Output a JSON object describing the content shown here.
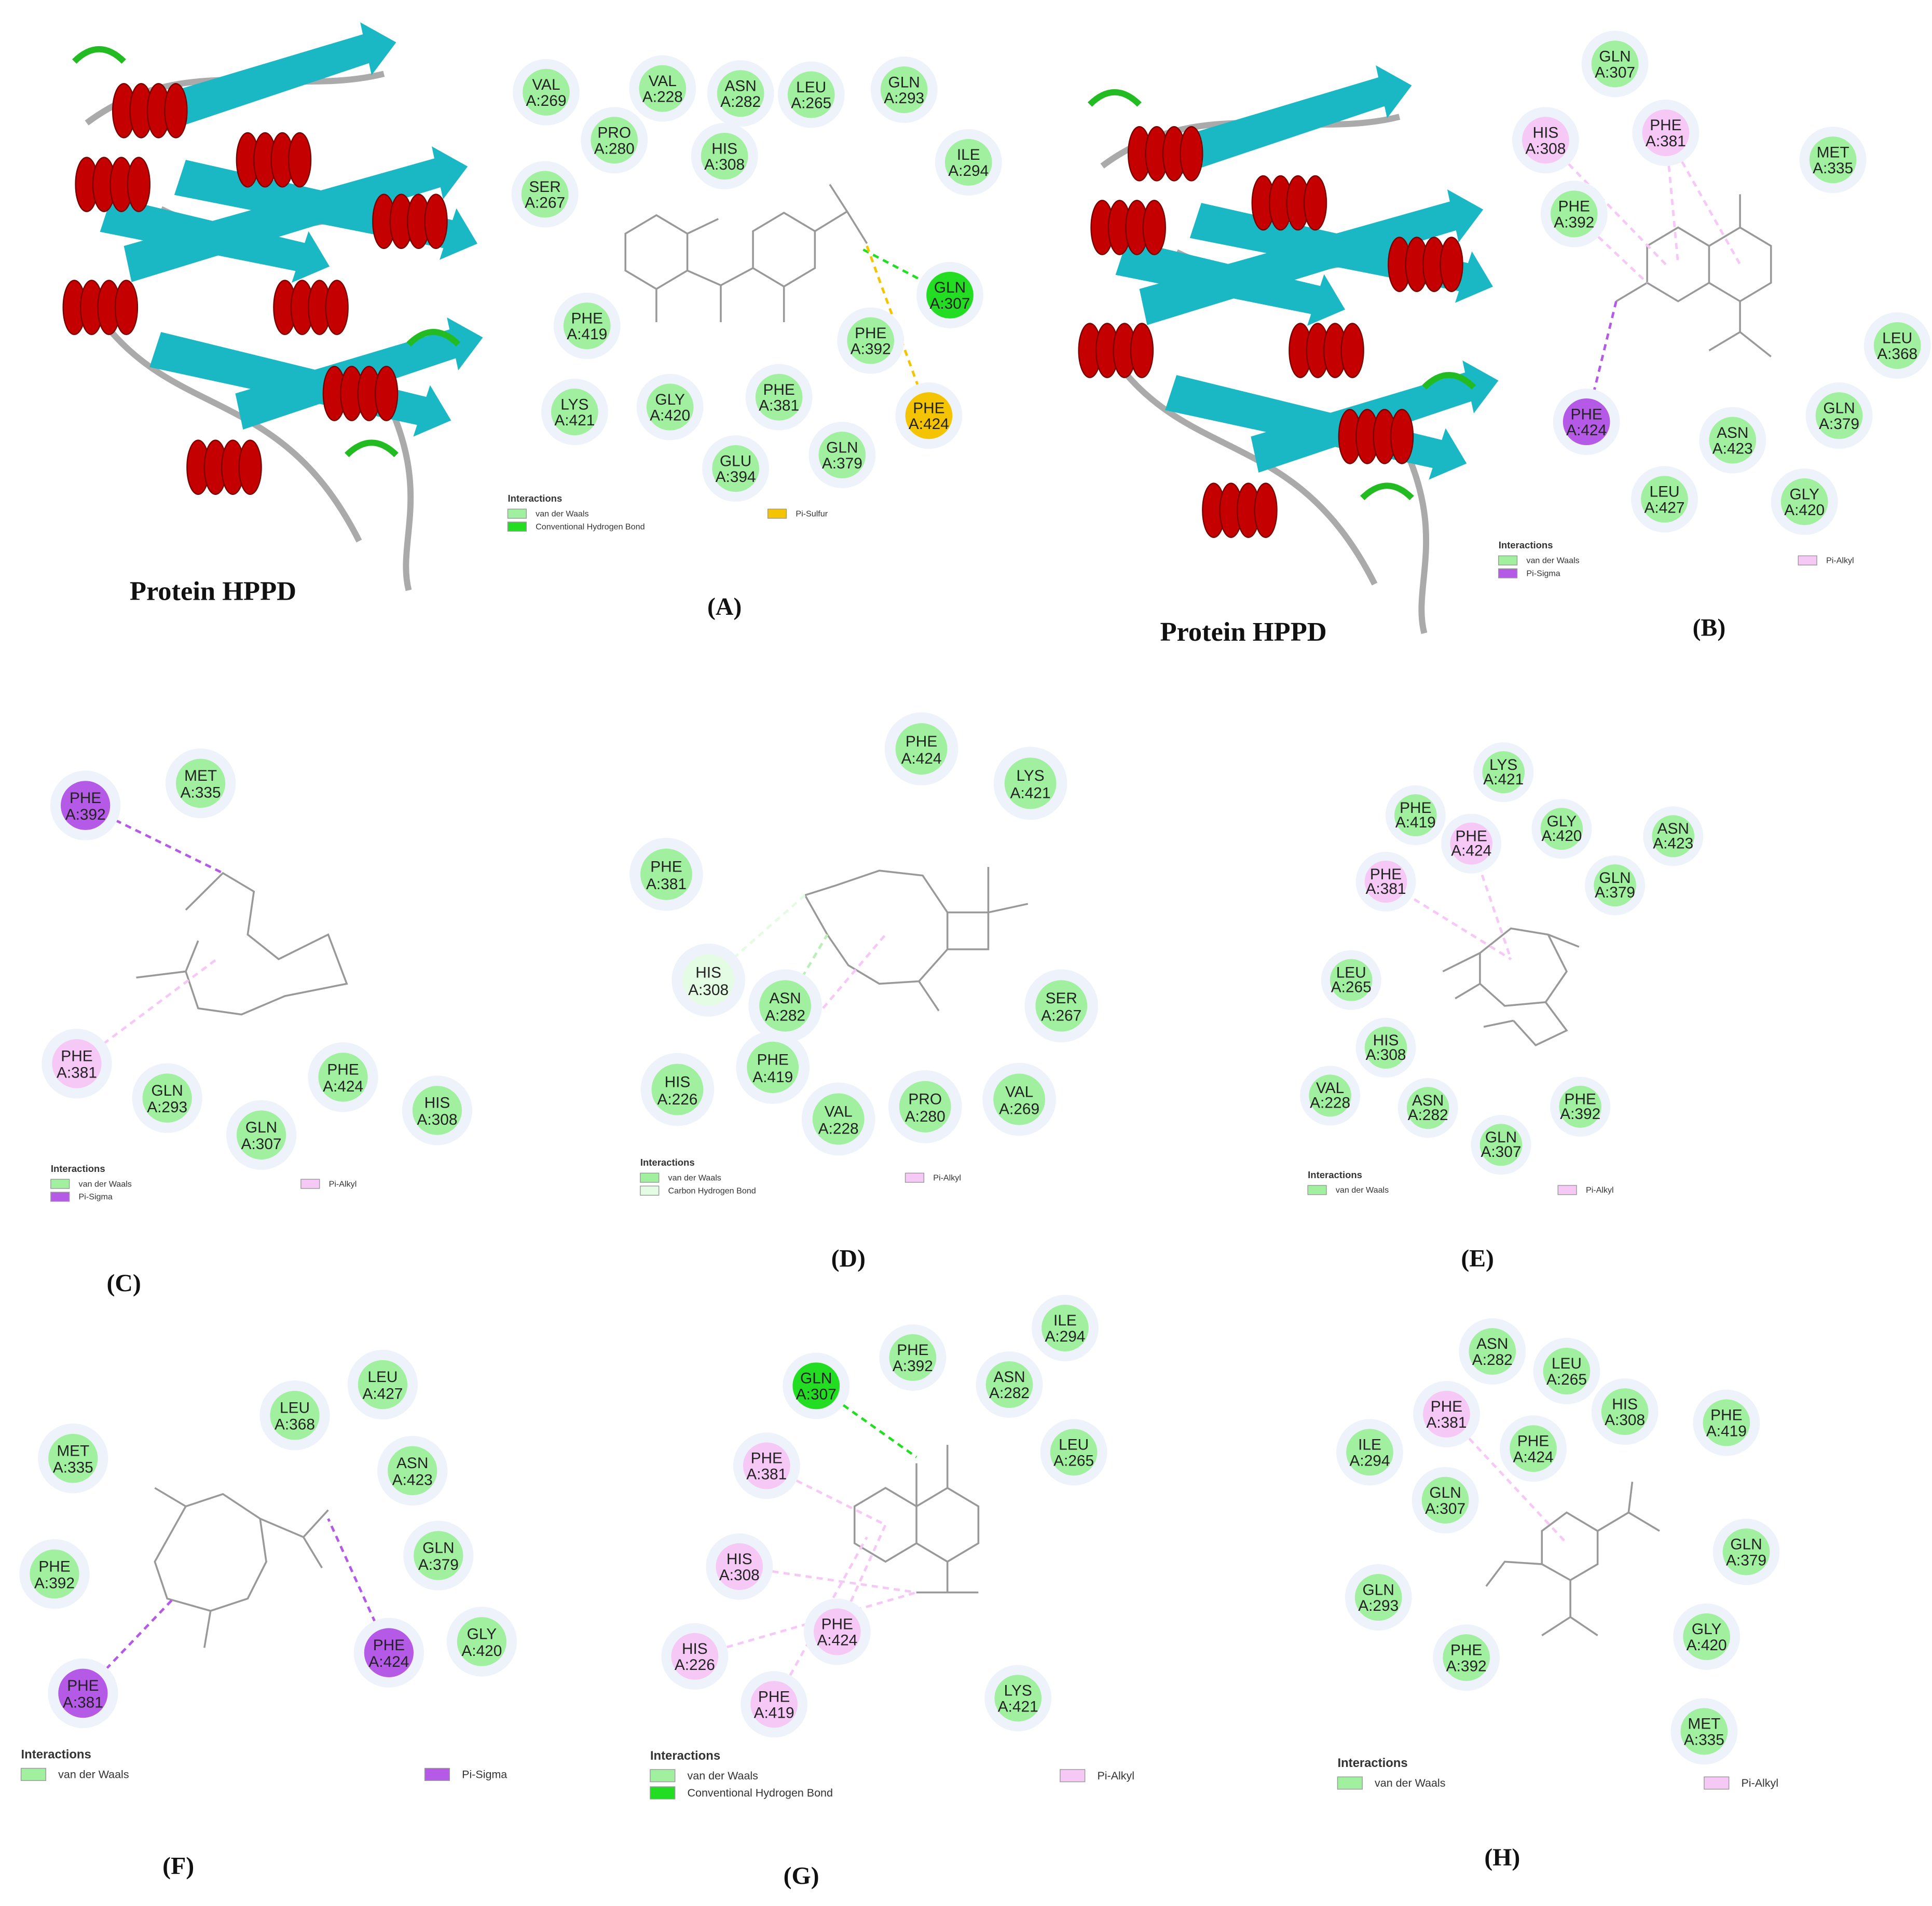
{
  "colors": {
    "vdw": "#a0f0a0",
    "hb": "#22dd22",
    "cb": "#e4fbe4",
    "pialkyl": "#f6c8f6",
    "pisigma": "#b45ae6",
    "pisulfur": "#f5c400",
    "helix": "#c40000",
    "sheet": "#1ab8c4",
    "loop": "#aaaaaa",
    "turn": "#22bb22"
  },
  "protein_captions": [
    "Protein HPPD",
    "Protein HPPD"
  ],
  "panels": [
    {
      "label": "(A)",
      "residues": [
        {
          "name": "VAL",
          "id": "A:269",
          "type": "vdw"
        },
        {
          "name": "VAL",
          "id": "A:228",
          "type": "vdw"
        },
        {
          "name": "ASN",
          "id": "A:282",
          "type": "vdw"
        },
        {
          "name": "LEU",
          "id": "A:265",
          "type": "vdw"
        },
        {
          "name": "GLN",
          "id": "A:293",
          "type": "vdw"
        },
        {
          "name": "PRO",
          "id": "A:280",
          "type": "vdw"
        },
        {
          "name": "HIS",
          "id": "A:308",
          "type": "vdw"
        },
        {
          "name": "ILE",
          "id": "A:294",
          "type": "vdw"
        },
        {
          "name": "SER",
          "id": "A:267",
          "type": "vdw"
        },
        {
          "name": "PHE",
          "id": "A:419",
          "type": "vdw"
        },
        {
          "name": "GLN",
          "id": "A:307",
          "type": "hb"
        },
        {
          "name": "PHE",
          "id": "A:392",
          "type": "vdw"
        },
        {
          "name": "LYS",
          "id": "A:421",
          "type": "vdw"
        },
        {
          "name": "GLY",
          "id": "A:420",
          "type": "vdw"
        },
        {
          "name": "PHE",
          "id": "A:381",
          "type": "vdw"
        },
        {
          "name": "PHE",
          "id": "A:424",
          "type": "pisulfur"
        },
        {
          "name": "GLN",
          "id": "A:379",
          "type": "vdw"
        },
        {
          "name": "GLU",
          "id": "A:394",
          "type": "vdw"
        }
      ],
      "legend": {
        "title": "Interactions",
        "items": [
          {
            "label": "van der Waals",
            "type": "vdw"
          },
          {
            "label": "Conventional Hydrogen Bond",
            "type": "hb"
          },
          {
            "label": "Pi-Sulfur",
            "type": "pisulfur"
          }
        ]
      }
    },
    {
      "label": "(B)",
      "residues": [
        {
          "name": "GLN",
          "id": "A:307",
          "type": "vdw"
        },
        {
          "name": "HIS",
          "id": "A:308",
          "type": "pialkyl"
        },
        {
          "name": "PHE",
          "id": "A:381",
          "type": "pialkyl"
        },
        {
          "name": "MET",
          "id": "A:335",
          "type": "vdw"
        },
        {
          "name": "PHE",
          "id": "A:392",
          "type": "vdw"
        },
        {
          "name": "LEU",
          "id": "A:368",
          "type": "vdw"
        },
        {
          "name": "PHE",
          "id": "A:424",
          "type": "pisigma"
        },
        {
          "name": "ASN",
          "id": "A:423",
          "type": "vdw"
        },
        {
          "name": "GLN",
          "id": "A:379",
          "type": "vdw"
        },
        {
          "name": "LEU",
          "id": "A:427",
          "type": "vdw"
        },
        {
          "name": "GLY",
          "id": "A:420",
          "type": "vdw"
        }
      ],
      "legend": {
        "title": "Interactions",
        "items": [
          {
            "label": "van der Waals",
            "type": "vdw"
          },
          {
            "label": "Pi-Sigma",
            "type": "pisigma"
          },
          {
            "label": "Pi-Alkyl",
            "type": "pialkyl"
          }
        ]
      }
    },
    {
      "label": "(C)",
      "residues": [
        {
          "name": "PHE",
          "id": "A:392",
          "type": "pisigma"
        },
        {
          "name": "MET",
          "id": "A:335",
          "type": "vdw"
        },
        {
          "name": "PHE",
          "id": "A:381",
          "type": "pialkyl"
        },
        {
          "name": "GLN",
          "id": "A:293",
          "type": "vdw"
        },
        {
          "name": "GLN",
          "id": "A:307",
          "type": "vdw"
        },
        {
          "name": "PHE",
          "id": "A:424",
          "type": "vdw"
        },
        {
          "name": "HIS",
          "id": "A:308",
          "type": "vdw"
        }
      ],
      "legend": {
        "title": "Interactions",
        "items": [
          {
            "label": "van der Waals",
            "type": "vdw"
          },
          {
            "label": "Pi-Sigma",
            "type": "pisigma"
          },
          {
            "label": "Pi-Alkyl",
            "type": "pialkyl"
          }
        ]
      }
    },
    {
      "label": "(D)",
      "residues": [
        {
          "name": "PHE",
          "id": "A:424",
          "type": "vdw"
        },
        {
          "name": "LYS",
          "id": "A:421",
          "type": "vdw"
        },
        {
          "name": "PHE",
          "id": "A:381",
          "type": "vdw"
        },
        {
          "name": "HIS",
          "id": "A:308",
          "type": "cb"
        },
        {
          "name": "ASN",
          "id": "A:282",
          "type": "vdw"
        },
        {
          "name": "SER",
          "id": "A:267",
          "type": "vdw"
        },
        {
          "name": "PHE",
          "id": "A:419",
          "type": "vdw"
        },
        {
          "name": "HIS",
          "id": "A:226",
          "type": "vdw"
        },
        {
          "name": "VAL",
          "id": "A:228",
          "type": "vdw"
        },
        {
          "name": "PRO",
          "id": "A:280",
          "type": "vdw"
        },
        {
          "name": "VAL",
          "id": "A:269",
          "type": "vdw"
        }
      ],
      "legend": {
        "title": "Interactions",
        "items": [
          {
            "label": "van der Waals",
            "type": "vdw"
          },
          {
            "label": "Carbon Hydrogen Bond",
            "type": "cb"
          },
          {
            "label": "Pi-Alkyl",
            "type": "pialkyl"
          }
        ]
      }
    },
    {
      "label": "(E)",
      "residues": [
        {
          "name": "LYS",
          "id": "A:421",
          "type": "vdw"
        },
        {
          "name": "PHE",
          "id": "A:419",
          "type": "vdw"
        },
        {
          "name": "PHE",
          "id": "A:424",
          "type": "pialkyl"
        },
        {
          "name": "GLY",
          "id": "A:420",
          "type": "vdw"
        },
        {
          "name": "ASN",
          "id": "A:423",
          "type": "vdw"
        },
        {
          "name": "PHE",
          "id": "A:381",
          "type": "pialkyl"
        },
        {
          "name": "GLN",
          "id": "A:379",
          "type": "vdw"
        },
        {
          "name": "LEU",
          "id": "A:265",
          "type": "vdw"
        },
        {
          "name": "HIS",
          "id": "A:308",
          "type": "vdw"
        },
        {
          "name": "VAL",
          "id": "A:228",
          "type": "vdw"
        },
        {
          "name": "ASN",
          "id": "A:282",
          "type": "vdw"
        },
        {
          "name": "PHE",
          "id": "A:392",
          "type": "vdw"
        },
        {
          "name": "GLN",
          "id": "A:307",
          "type": "vdw"
        }
      ],
      "legend": {
        "title": "Interactions",
        "items": [
          {
            "label": "van der Waals",
            "type": "vdw"
          },
          {
            "label": "Pi-Alkyl",
            "type": "pialkyl"
          }
        ]
      }
    },
    {
      "label": "(F)",
      "residues": [
        {
          "name": "LEU",
          "id": "A:427",
          "type": "vdw"
        },
        {
          "name": "LEU",
          "id": "A:368",
          "type": "vdw"
        },
        {
          "name": "MET",
          "id": "A:335",
          "type": "vdw"
        },
        {
          "name": "ASN",
          "id": "A:423",
          "type": "vdw"
        },
        {
          "name": "GLN",
          "id": "A:379",
          "type": "vdw"
        },
        {
          "name": "PHE",
          "id": "A:392",
          "type": "vdw"
        },
        {
          "name": "GLY",
          "id": "A:420",
          "type": "vdw"
        },
        {
          "name": "PHE",
          "id": "A:424",
          "type": "pisigma"
        },
        {
          "name": "PHE",
          "id": "A:381",
          "type": "pisigma"
        }
      ],
      "legend": {
        "title": "Interactions",
        "items": [
          {
            "label": "van der Waals",
            "type": "vdw"
          },
          {
            "label": "Pi-Sigma",
            "type": "pisigma"
          }
        ]
      }
    },
    {
      "label": "(G)",
      "residues": [
        {
          "name": "ILE",
          "id": "A:294",
          "type": "vdw"
        },
        {
          "name": "PHE",
          "id": "A:392",
          "type": "vdw"
        },
        {
          "name": "GLN",
          "id": "A:307",
          "type": "hb"
        },
        {
          "name": "ASN",
          "id": "A:282",
          "type": "vdw"
        },
        {
          "name": "LEU",
          "id": "A:265",
          "type": "vdw"
        },
        {
          "name": "PHE",
          "id": "A:381",
          "type": "pialkyl"
        },
        {
          "name": "HIS",
          "id": "A:308",
          "type": "pialkyl"
        },
        {
          "name": "PHE",
          "id": "A:424",
          "type": "pialkyl"
        },
        {
          "name": "HIS",
          "id": "A:226",
          "type": "pialkyl"
        },
        {
          "name": "PHE",
          "id": "A:419",
          "type": "pialkyl"
        },
        {
          "name": "LYS",
          "id": "A:421",
          "type": "vdw"
        }
      ],
      "legend": {
        "title": "Interactions",
        "items": [
          {
            "label": "van der Waals",
            "type": "vdw"
          },
          {
            "label": "Conventional Hydrogen Bond",
            "type": "hb"
          },
          {
            "label": "Pi-Alkyl",
            "type": "pialkyl"
          }
        ]
      }
    },
    {
      "label": "(H)",
      "residues": [
        {
          "name": "ASN",
          "id": "A:282",
          "type": "vdw"
        },
        {
          "name": "LEU",
          "id": "A:265",
          "type": "vdw"
        },
        {
          "name": "HIS",
          "id": "A:308",
          "type": "vdw"
        },
        {
          "name": "PHE",
          "id": "A:381",
          "type": "pialkyl"
        },
        {
          "name": "PHE",
          "id": "A:419",
          "type": "vdw"
        },
        {
          "name": "ILE",
          "id": "A:294",
          "type": "vdw"
        },
        {
          "name": "PHE",
          "id": "A:424",
          "type": "vdw"
        },
        {
          "name": "GLN",
          "id": "A:307",
          "type": "vdw"
        },
        {
          "name": "GLN",
          "id": "A:379",
          "type": "vdw"
        },
        {
          "name": "GLN",
          "id": "A:293",
          "type": "vdw"
        },
        {
          "name": "GLY",
          "id": "A:420",
          "type": "vdw"
        },
        {
          "name": "PHE",
          "id": "A:392",
          "type": "vdw"
        },
        {
          "name": "MET",
          "id": "A:335",
          "type": "vdw"
        }
      ],
      "legend": {
        "title": "Interactions",
        "items": [
          {
            "label": "van der Waals",
            "type": "vdw"
          },
          {
            "label": "Pi-Alkyl",
            "type": "pialkyl"
          }
        ]
      }
    }
  ]
}
